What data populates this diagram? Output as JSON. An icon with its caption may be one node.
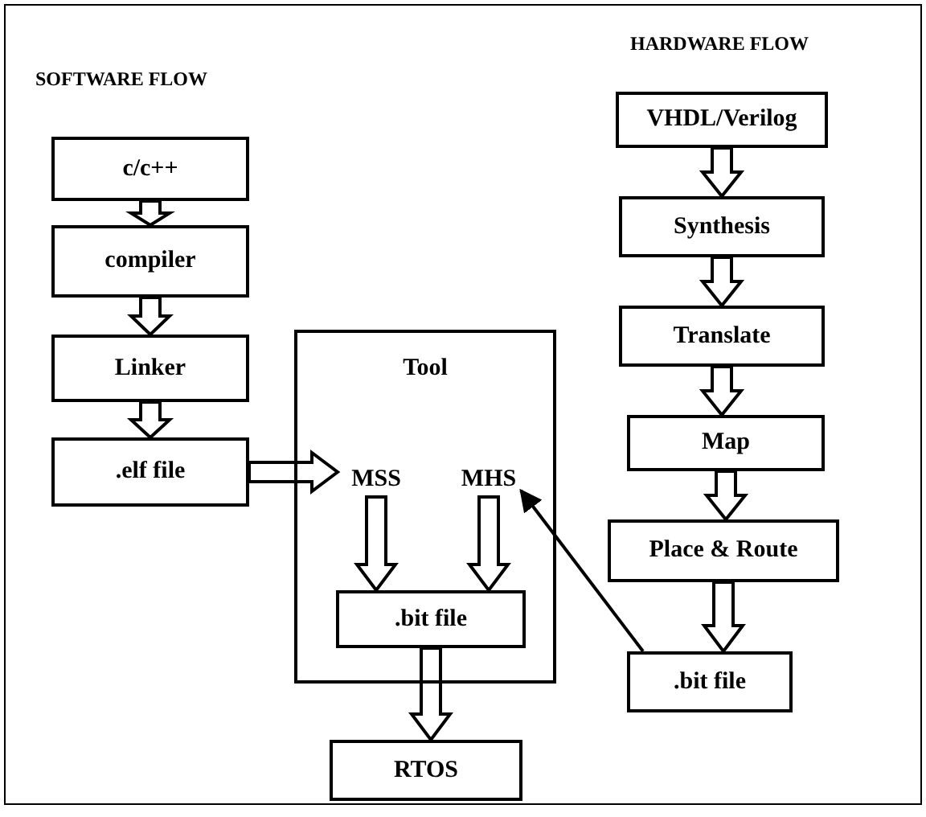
{
  "diagram": {
    "nodes": [
      {
        "text": [
          "c/c++"
        ]
      },
      {
        "text": [
          "compiler"
        ]
      },
      {
        "text": [
          "Linker"
        ]
      },
      {
        "text": [
          ".elf file"
        ]
      },
      {
        "text": [
          "Tool"
        ]
      },
      {
        "text": [
          "MSS"
        ],
        "in": 4
      },
      {
        "text": [
          "MHS"
        ],
        "in": 4
      },
      {
        "text": [
          ".bit file"
        ],
        "in": 4
      },
      {
        "text": [
          "RTOS"
        ]
      },
      {
        "text": [
          "VHDL/Verilog"
        ]
      },
      {
        "text": [
          "Synthesis"
        ]
      },
      {
        "text": [
          "Translate"
        ]
      },
      {
        "text": [
          "Map"
        ]
      },
      {
        "text": [
          "Place & Route"
        ]
      },
      {
        "text": [
          ".bit file"
        ]
      }
    ],
    "edges": [
      {
        "from": 0,
        "to": 1,
        "arrow": "to",
        "style": "thick"
      },
      {
        "from": 1,
        "to": 2,
        "arrow": "to",
        "style": "thick"
      },
      {
        "from": 2,
        "to": 3,
        "arrow": "to",
        "style": "thick"
      },
      {
        "from": 3,
        "to": 5,
        "arrow": "to",
        "style": "thick"
      },
      {
        "from": 5,
        "to": 7,
        "arrow": "to",
        "style": "thick"
      },
      {
        "from": 6,
        "to": 7,
        "arrow": "to",
        "style": "thick"
      },
      {
        "from": 7,
        "to": 8,
        "arrow": "to",
        "style": "thick"
      },
      {
        "from": 9,
        "to": 10,
        "arrow": "to",
        "style": "thick"
      },
      {
        "from": 10,
        "to": 11,
        "arrow": "to",
        "style": "thick"
      },
      {
        "from": 11,
        "to": 12,
        "arrow": "to",
        "style": "thick"
      },
      {
        "from": 12,
        "to": 13,
        "arrow": "to",
        "style": "thick"
      },
      {
        "from": 13,
        "to": 14,
        "arrow": "to",
        "style": "thick"
      },
      {
        "from": 14,
        "to": 6,
        "arrow": "to"
      }
    ],
    "labels": [
      "SOFTWARE FLOW",
      "HARDWARE FLOW"
    ]
  }
}
